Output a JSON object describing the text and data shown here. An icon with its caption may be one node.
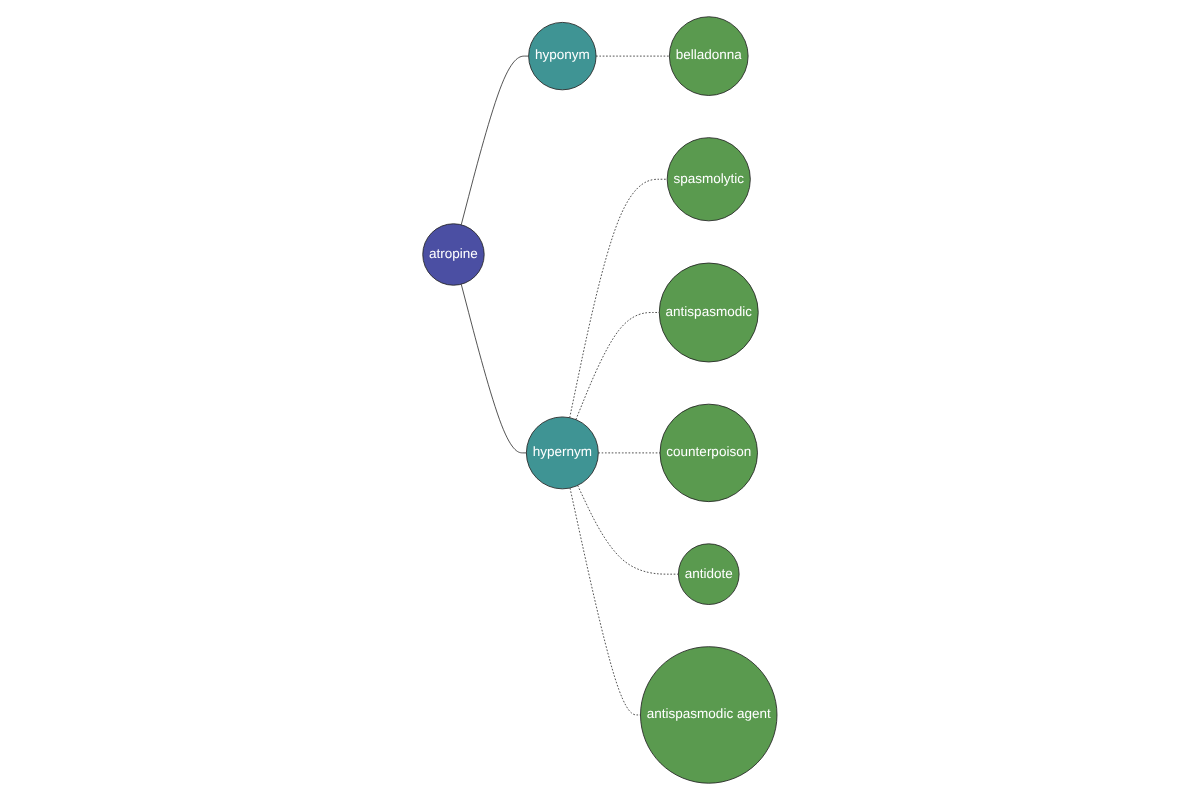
{
  "diagram": {
    "nodes": [
      {
        "text": [
          "atropine"
        ]
      },
      {
        "text": [
          "hyponym"
        ]
      },
      {
        "text": [
          "belladonna"
        ]
      },
      {
        "text": [
          "hypernym"
        ]
      },
      {
        "text": [
          "spasmolytic"
        ]
      },
      {
        "text": [
          "antispasmodic"
        ]
      },
      {
        "text": [
          "counterpoison"
        ]
      },
      {
        "text": [
          "antidote"
        ]
      },
      {
        "text": [
          "antispasmodic agent"
        ]
      }
    ],
    "edges": [
      {
        "from": 0,
        "to": 1,
        "arrow": "none"
      },
      {
        "from": 1,
        "to": 2,
        "arrow": "none",
        "style": "dashed"
      },
      {
        "from": 0,
        "to": 3,
        "arrow": "none"
      },
      {
        "from": 3,
        "to": 4,
        "arrow": "none",
        "style": "dashed"
      },
      {
        "from": 3,
        "to": 5,
        "arrow": "none",
        "style": "dashed"
      },
      {
        "from": 3,
        "to": 6,
        "arrow": "none",
        "style": "dashed"
      },
      {
        "from": 3,
        "to": 7,
        "arrow": "none",
        "style": "dashed"
      },
      {
        "from": 3,
        "to": 8,
        "arrow": "none",
        "style": "dashed"
      }
    ]
  }
}
